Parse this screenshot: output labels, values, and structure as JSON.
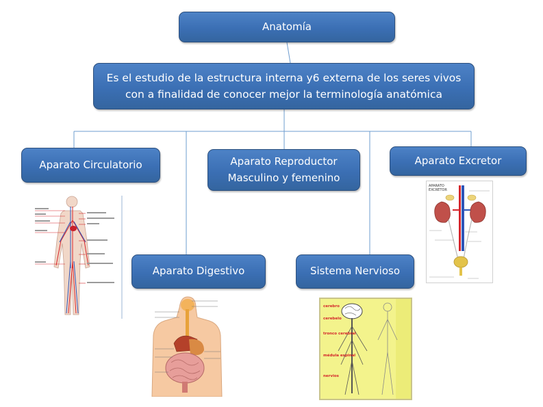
{
  "diagram": {
    "root": {
      "label": "Anatomía"
    },
    "definition": {
      "line1": "Es el estudio de la estructura interna y6 externa de los seres vivos",
      "line2": "con a finalidad de conocer mejor la terminología anatómica"
    },
    "branches": [
      {
        "id": "circulatorio",
        "label": "Aparato Circulatorio"
      },
      {
        "id": "reproductor",
        "line1": "Aparato Reproductor",
        "line2": "Masculino y femenino"
      },
      {
        "id": "excretor",
        "label": "Aparato Excretor"
      },
      {
        "id": "digestivo",
        "label": "Aparato Digestivo"
      },
      {
        "id": "nervioso",
        "label": "Sistema Nervioso"
      }
    ]
  },
  "images": {
    "circulatorio": {
      "icon": "circulatory-system-illustration"
    },
    "digestivo": {
      "icon": "digestive-system-illustration"
    },
    "nervioso": {
      "icon": "nervous-system-illustration",
      "labels": [
        "cerebro",
        "cerebelo",
        "tronco cerebral",
        "médula espinal",
        "nervios"
      ]
    },
    "excretor": {
      "icon": "excretory-system-illustration",
      "title_line1": "APARATO",
      "title_line2": "EXCRETOR"
    }
  },
  "colors": {
    "node_fill": "#3b6fb4",
    "node_border": "#2c4f7d",
    "connector": "#6d9ccf",
    "nervous_bg": "#f3f38c"
  }
}
